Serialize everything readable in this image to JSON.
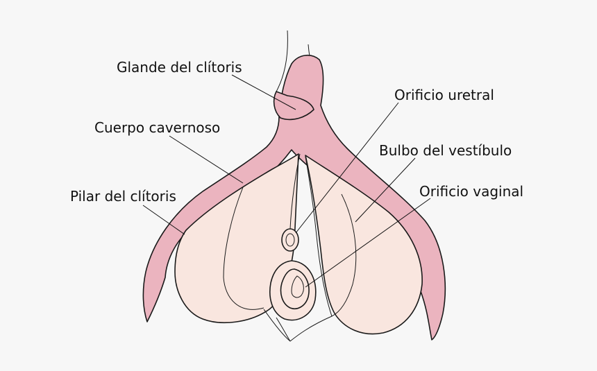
{
  "labels": {
    "glande": "Glande del clítoris",
    "cuerpo": "Cuerpo cavernoso",
    "pilar": "Pilar del clítoris",
    "uretral": "Orificio uretral",
    "bulbo": "Bulbo del vestíbulo",
    "vaginal": "Orificio vaginal"
  },
  "colors": {
    "background": "#f7f7f7",
    "erectile_tissue": "#ebb4bf",
    "bulb": "#f9e6df",
    "outline": "#1a1a1a"
  }
}
